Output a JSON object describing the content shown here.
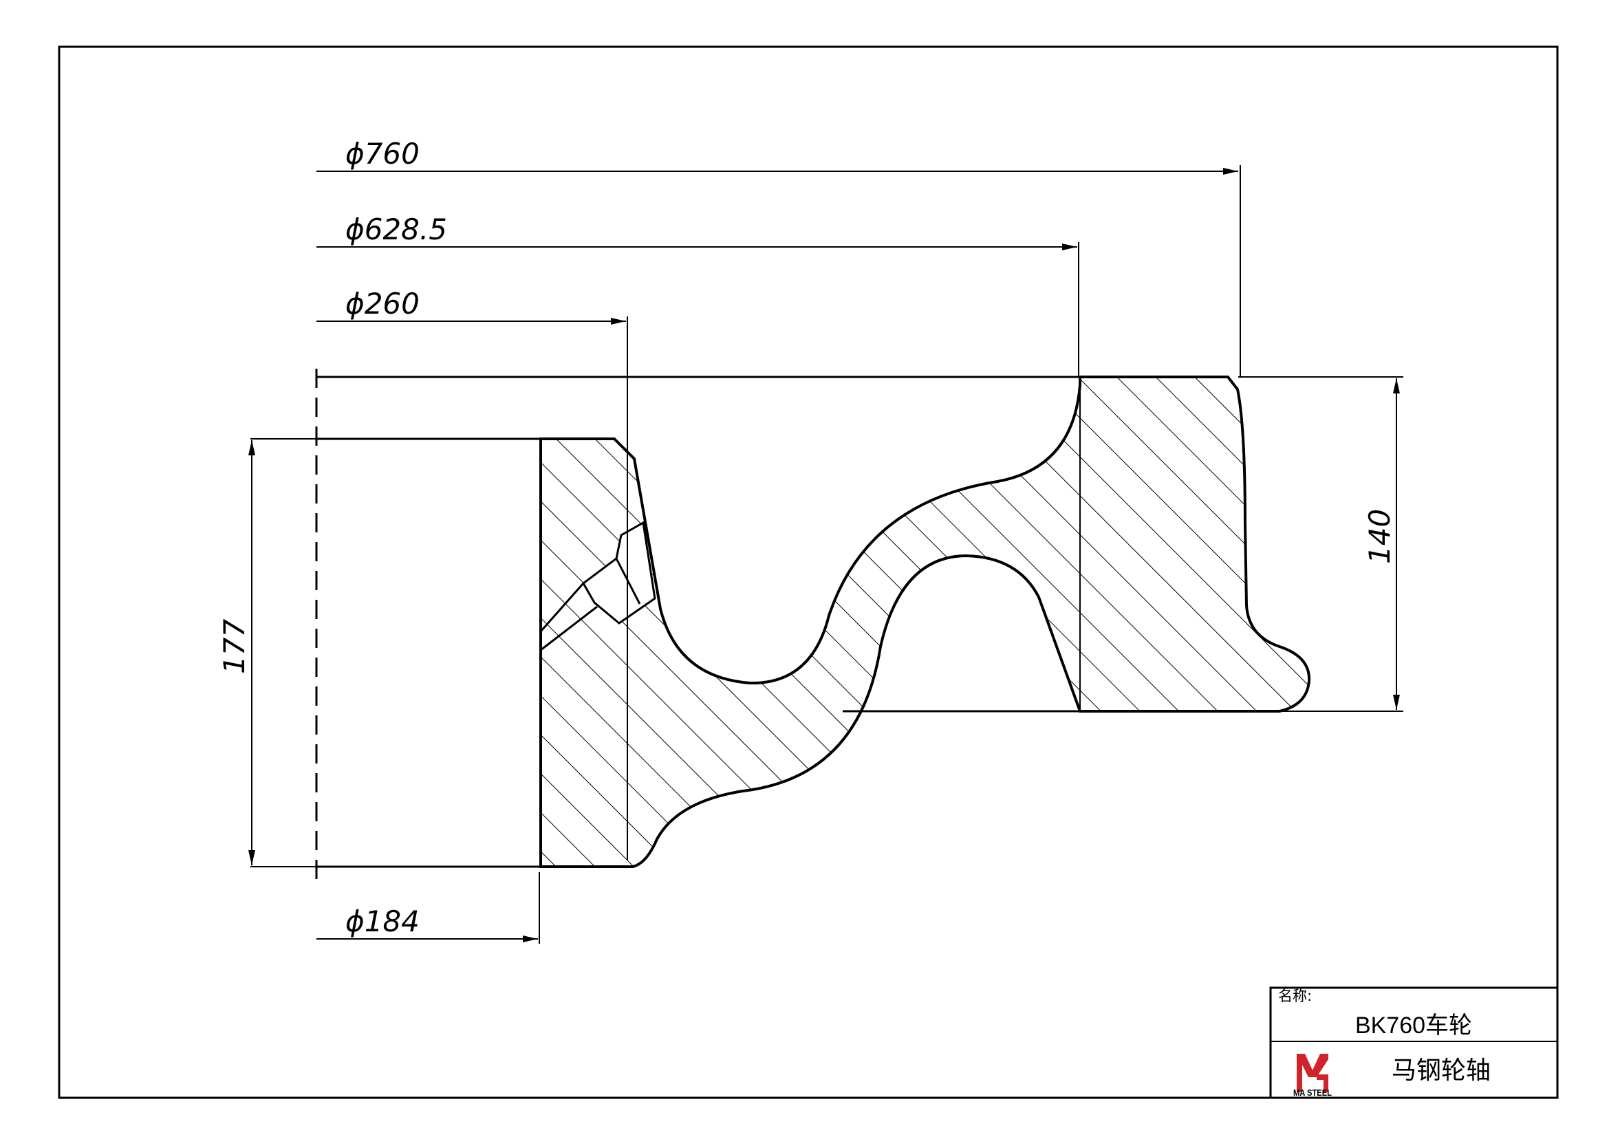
{
  "dimensions": {
    "d760": "ϕ760",
    "d628": "ϕ628.5",
    "d260": "ϕ260",
    "d184": "ϕ184",
    "h177": "177",
    "h140": "140"
  },
  "title_block": {
    "name_label": "名称:",
    "part_name": "BK760车轮",
    "company": "马钢轮轴",
    "logo_text": "MA STEEL",
    "logo_color": "#d2232a"
  }
}
